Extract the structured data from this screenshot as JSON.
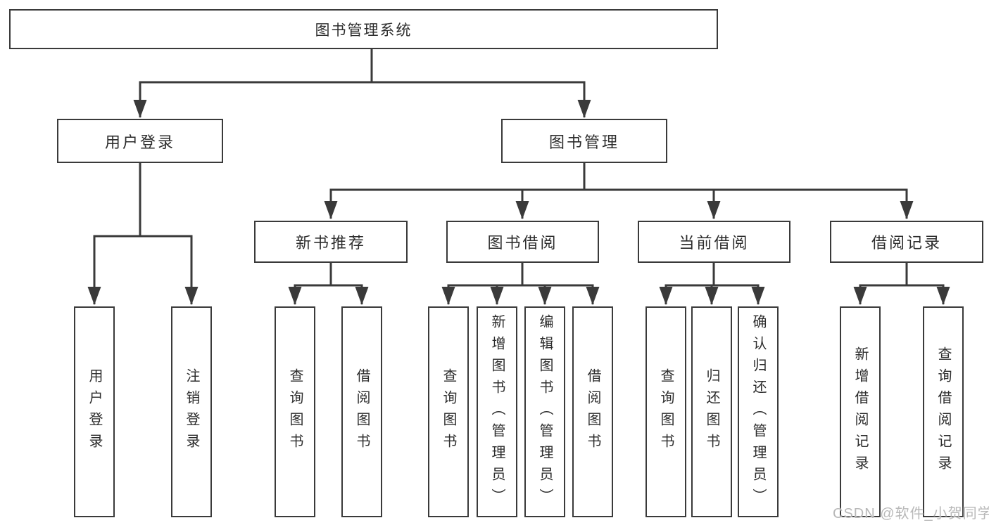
{
  "colors": {
    "line": "#3a3a3a",
    "box_border": "#3a3a3a",
    "box_fill": "#ffffff",
    "text": "#2d2d2d",
    "watermark": "#b8b8b8",
    "background": "#ffffff"
  },
  "diagram": {
    "title": "图书管理系统",
    "level1": {
      "user_login": "用户登录",
      "book_management": "图书管理"
    },
    "level2": {
      "new_book_recommend": "新书推荐",
      "book_borrow": "图书借阅",
      "current_borrow": "当前借阅",
      "borrow_records": "借阅记录"
    },
    "leaves": {
      "user_login": "用户登录",
      "logout": "注销登录",
      "nb_query_books": "查询图书",
      "nb_borrow_books": "借阅图书",
      "bb_query_books": "查询图书",
      "bb_add_books_admin": "新增图书（管理员）",
      "bb_edit_books_admin": "编辑图书（管理员）",
      "bb_borrow_books": "借阅图书",
      "cb_query_books": "查询图书",
      "cb_return_books": "归还图书",
      "cb_confirm_return_admin": "确认归还（管理员）",
      "br_add_record": "新增借阅记录",
      "br_query_record": "查询借阅记录"
    }
  },
  "watermark": {
    "text": "CSDN @软件_小贺同学"
  }
}
